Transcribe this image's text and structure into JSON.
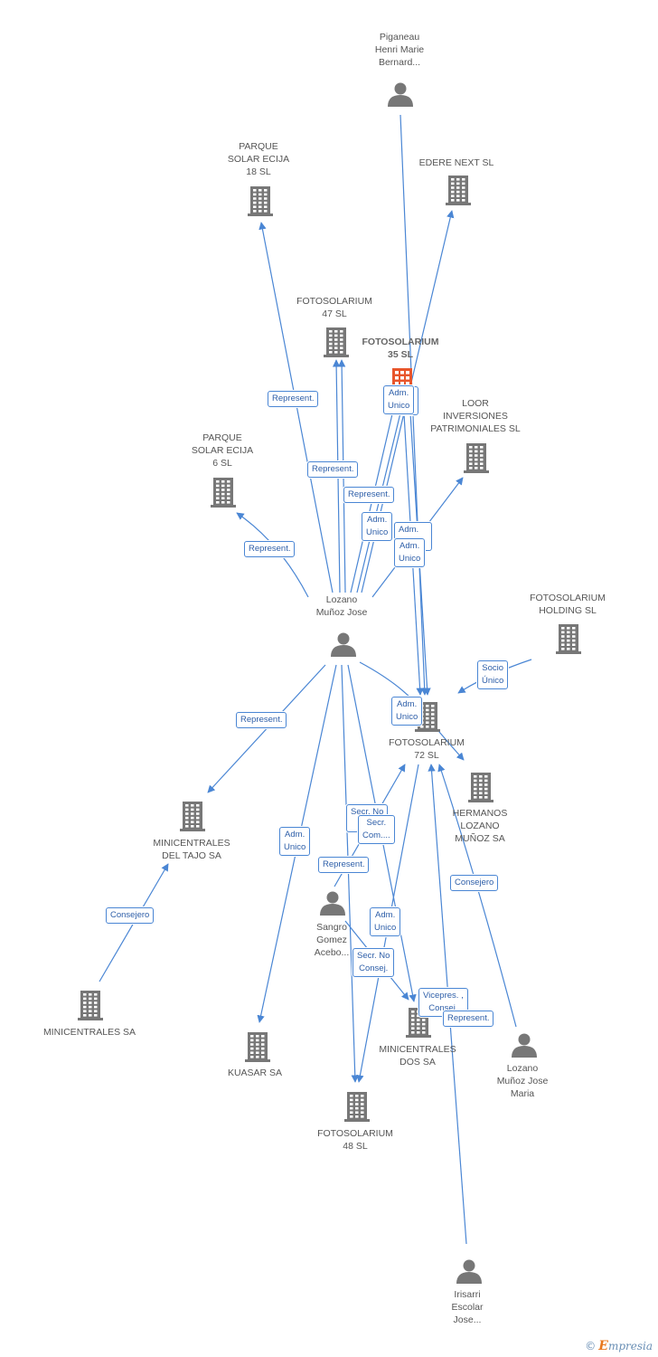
{
  "nodes": {
    "piganeau": {
      "lines": [
        "Piganeau",
        "Henri Marie",
        "Bernard..."
      ],
      "type": "person"
    },
    "parque18": {
      "lines": [
        "PARQUE",
        "SOLAR ECIJA",
        "18 SL"
      ],
      "type": "company"
    },
    "edere": {
      "lines": [
        "EDERE NEXT SL"
      ],
      "type": "company"
    },
    "foto47": {
      "lines": [
        "FOTOSOLARIUM",
        "47 SL"
      ],
      "type": "company"
    },
    "foto35": {
      "lines": [
        "FOTOSOLARIUM",
        "35 SL"
      ],
      "type": "focus"
    },
    "loor": {
      "lines": [
        "LOOR",
        "INVERSIONES",
        "PATRIMONIALES SL"
      ],
      "type": "company"
    },
    "parque6": {
      "lines": [
        "PARQUE",
        "SOLAR ECIJA",
        "6 SL"
      ],
      "type": "company"
    },
    "lozanoJose": {
      "lines": [
        "Lozano",
        "Muñoz Jose"
      ],
      "type": "person"
    },
    "fotoHolding": {
      "lines": [
        "FOTOSOLARIUM",
        "HOLDING  SL"
      ],
      "type": "company"
    },
    "foto72": {
      "lines": [
        "FOTOSOLARIUM",
        "72 SL"
      ],
      "type": "company"
    },
    "hermanos": {
      "lines": [
        "HERMANOS",
        "LOZANO",
        "MUÑOZ SA"
      ],
      "type": "company"
    },
    "minitajo": {
      "lines": [
        "MINICENTRALES",
        "DEL TAJO SA"
      ],
      "type": "company"
    },
    "sangro": {
      "lines": [
        "Sangro",
        "Gomez",
        "Acebo..."
      ],
      "type": "person"
    },
    "minisa": {
      "lines": [
        "MINICENTRALES SA"
      ],
      "type": "company"
    },
    "kuasar": {
      "lines": [
        "KUASAR SA"
      ],
      "type": "company"
    },
    "minidos": {
      "lines": [
        "MINICENTRALES",
        "DOS SA"
      ],
      "type": "company"
    },
    "lozanoMaria": {
      "lines": [
        "Lozano",
        "Muñoz Jose",
        "Maria"
      ],
      "type": "person"
    },
    "foto48": {
      "lines": [
        "FOTOSOLARIUM",
        "48 SL"
      ],
      "type": "company"
    },
    "irisarri": {
      "lines": [
        "Irisarri",
        "Escolar",
        "Jose..."
      ],
      "type": "person"
    }
  },
  "edge_labels": [
    {
      "id": "e1",
      "lines": [
        "Represent."
      ]
    },
    {
      "id": "e2",
      "lines": [
        "Adm.",
        "Unico"
      ]
    },
    {
      "id": "e3",
      "lines": [
        "Represent."
      ]
    },
    {
      "id": "e4",
      "lines": [
        "Represent."
      ]
    },
    {
      "id": "e5",
      "lines": [
        "Adm.",
        "Unico"
      ]
    },
    {
      "id": "e6",
      "lines": [
        "Adm."
      ]
    },
    {
      "id": "e7",
      "lines": [
        "Adm.",
        "Unico"
      ]
    },
    {
      "id": "e8",
      "lines": [
        "Represent."
      ]
    },
    {
      "id": "e9",
      "lines": [
        "Socio",
        "Único"
      ]
    },
    {
      "id": "e10",
      "lines": [
        "Adm.",
        "Unico"
      ]
    },
    {
      "id": "e11",
      "lines": [
        "Represent."
      ]
    },
    {
      "id": "e12",
      "lines": [
        "Adm.",
        "Unico"
      ]
    },
    {
      "id": "e13",
      "lines": [
        "Secr. No"
      ]
    },
    {
      "id": "e14",
      "lines": [
        "Secr.",
        "Com...."
      ]
    },
    {
      "id": "e15",
      "lines": [
        "Represent."
      ]
    },
    {
      "id": "e16",
      "lines": [
        "Consejero"
      ]
    },
    {
      "id": "e17",
      "lines": [
        "Consejero"
      ]
    },
    {
      "id": "e18",
      "lines": [
        "Adm.",
        "Unico"
      ]
    },
    {
      "id": "e19",
      "lines": [
        "Secr. No",
        "Consej."
      ]
    },
    {
      "id": "e20",
      "lines": [
        "Vicepres. ,",
        "Consej."
      ]
    },
    {
      "id": "e21",
      "lines": [
        "Represent."
      ]
    },
    {
      "id": "e22",
      "lines": [
        ". ,",
        "...."
      ]
    }
  ],
  "brand": {
    "copyright": "©",
    "name_first": "E",
    "name_rest": "mpresia"
  },
  "colors": {
    "edge": "#4a86d4",
    "icon": "#777777",
    "focus": "#e8552b"
  }
}
